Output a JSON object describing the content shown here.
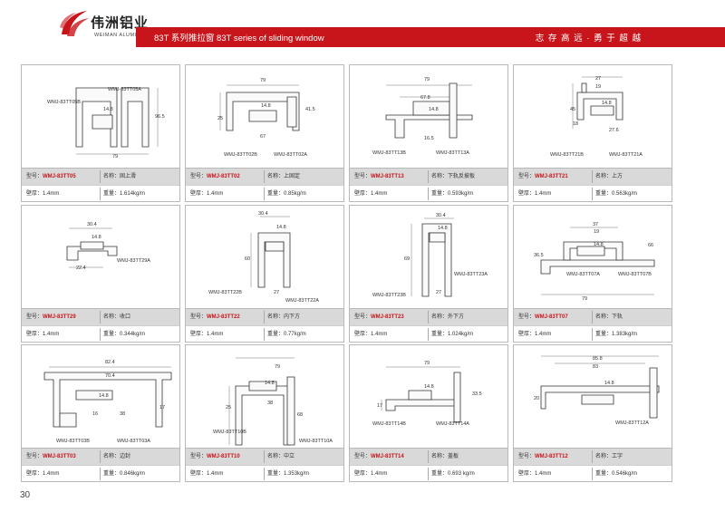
{
  "header": {
    "brand": "伟洲铝业",
    "brand_sub": "WEIMAN ALUMINIUM",
    "title": "83T 系列推拉窗    83T series of sliding window",
    "slogan": "志 存 高 远 · 勇 于 超 越",
    "brand_color": "#c8151b"
  },
  "labels": {
    "model": "型号：",
    "name": "名称：",
    "thickness": "壁厚：",
    "weight": "重量："
  },
  "cards": [
    {
      "code": "WMJ-83TT05",
      "name": "固上滑",
      "thickness": "1.4mm",
      "weight": "1.614kg/m",
      "dims": [
        "79",
        "96.5",
        "14.8"
      ],
      "parts": [
        "WMJ-83TT05B",
        "WMJ-83TT05A"
      ]
    },
    {
      "code": "WMJ-83TT02",
      "name": "上固定",
      "thickness": "1.4mm",
      "weight": "0.85kg/m",
      "dims": [
        "79",
        "25",
        "41.5",
        "14.8",
        "67"
      ],
      "parts": [
        "WMJ-83TT02B",
        "WMJ-83TT02A"
      ]
    },
    {
      "code": "WMJ-83TT13",
      "name": "下轨反披板",
      "thickness": "1.4mm",
      "weight": "0.593kg/m",
      "dims": [
        "79",
        "67.8",
        "14.8",
        "16.5"
      ],
      "parts": [
        "WMJ-83TT13B",
        "WMJ-83TT13A"
      ]
    },
    {
      "code": "WMJ-83TT21",
      "name": "上方",
      "thickness": "1.4mm",
      "weight": "0.563kg/m",
      "dims": [
        "27",
        "19",
        "45",
        "14.8",
        "18",
        "27.6"
      ],
      "parts": [
        "WMJ-83TT21B",
        "WMJ-83TT21A"
      ]
    },
    {
      "code": "WMJ-83TT29",
      "name": "收口",
      "thickness": "1.4mm",
      "weight": "0.344kg/m",
      "dims": [
        "30.4",
        "14.8",
        "22.4"
      ],
      "parts": [
        "WMJ-83TT29A"
      ]
    },
    {
      "code": "WMJ-83TT22",
      "name": "内下方",
      "thickness": "1.4mm",
      "weight": "0.77kg/m",
      "dims": [
        "30.4",
        "14.8",
        "60",
        "27"
      ],
      "parts": [
        "WMJ-83TT22B",
        "WMJ-83TT22A"
      ]
    },
    {
      "code": "WMJ-83TT23",
      "name": "外下方",
      "thickness": "1.4mm",
      "weight": "1.024kg/m",
      "dims": [
        "30.4",
        "14.8",
        "69",
        "27"
      ],
      "parts": [
        "WMJ-83TT23B",
        "WMJ-83TT23A"
      ]
    },
    {
      "code": "WMJ-83TT07",
      "name": "下轨",
      "thickness": "1.4mm",
      "weight": "1.383kg/m",
      "dims": [
        "37",
        "19",
        "36.5",
        "14.8",
        "66",
        "79"
      ],
      "parts": [
        "WMJ-83TT07A",
        "WMJ-83TT07B"
      ]
    },
    {
      "code": "WMJ-83TT03",
      "name": "边封",
      "thickness": "1.4mm",
      "weight": "0.846kg/m",
      "dims": [
        "82.4",
        "70.4",
        "14.8",
        "16",
        "38",
        "17"
      ],
      "parts": [
        "WMJ-83TT03B",
        "WMJ-83TT03A"
      ]
    },
    {
      "code": "WMJ-83TT10",
      "name": "中立",
      "thickness": "1.4mm",
      "weight": "1.353kg/m",
      "dims": [
        "79",
        "14.8",
        "25",
        "38",
        "68"
      ],
      "parts": [
        "WMJ-83TT10B",
        "WMJ-83TT10A"
      ]
    },
    {
      "code": "WMJ-83TT14",
      "name": "盖板",
      "thickness": "1.4mm",
      "weight": "0.693 kg/m",
      "dims": [
        "79",
        "14.8",
        "17",
        "33.5"
      ],
      "parts": [
        "WMJ-83TT14B",
        "WMJ-83TT14A"
      ]
    },
    {
      "code": "WMJ-83TT12",
      "name": "工字",
      "thickness": "1.4mm",
      "weight": "0.546kg/m",
      "dims": [
        "85.8",
        "83",
        "14.8",
        "20"
      ],
      "parts": [
        "WMJ-83TT12A"
      ]
    }
  ],
  "page_number": "30"
}
